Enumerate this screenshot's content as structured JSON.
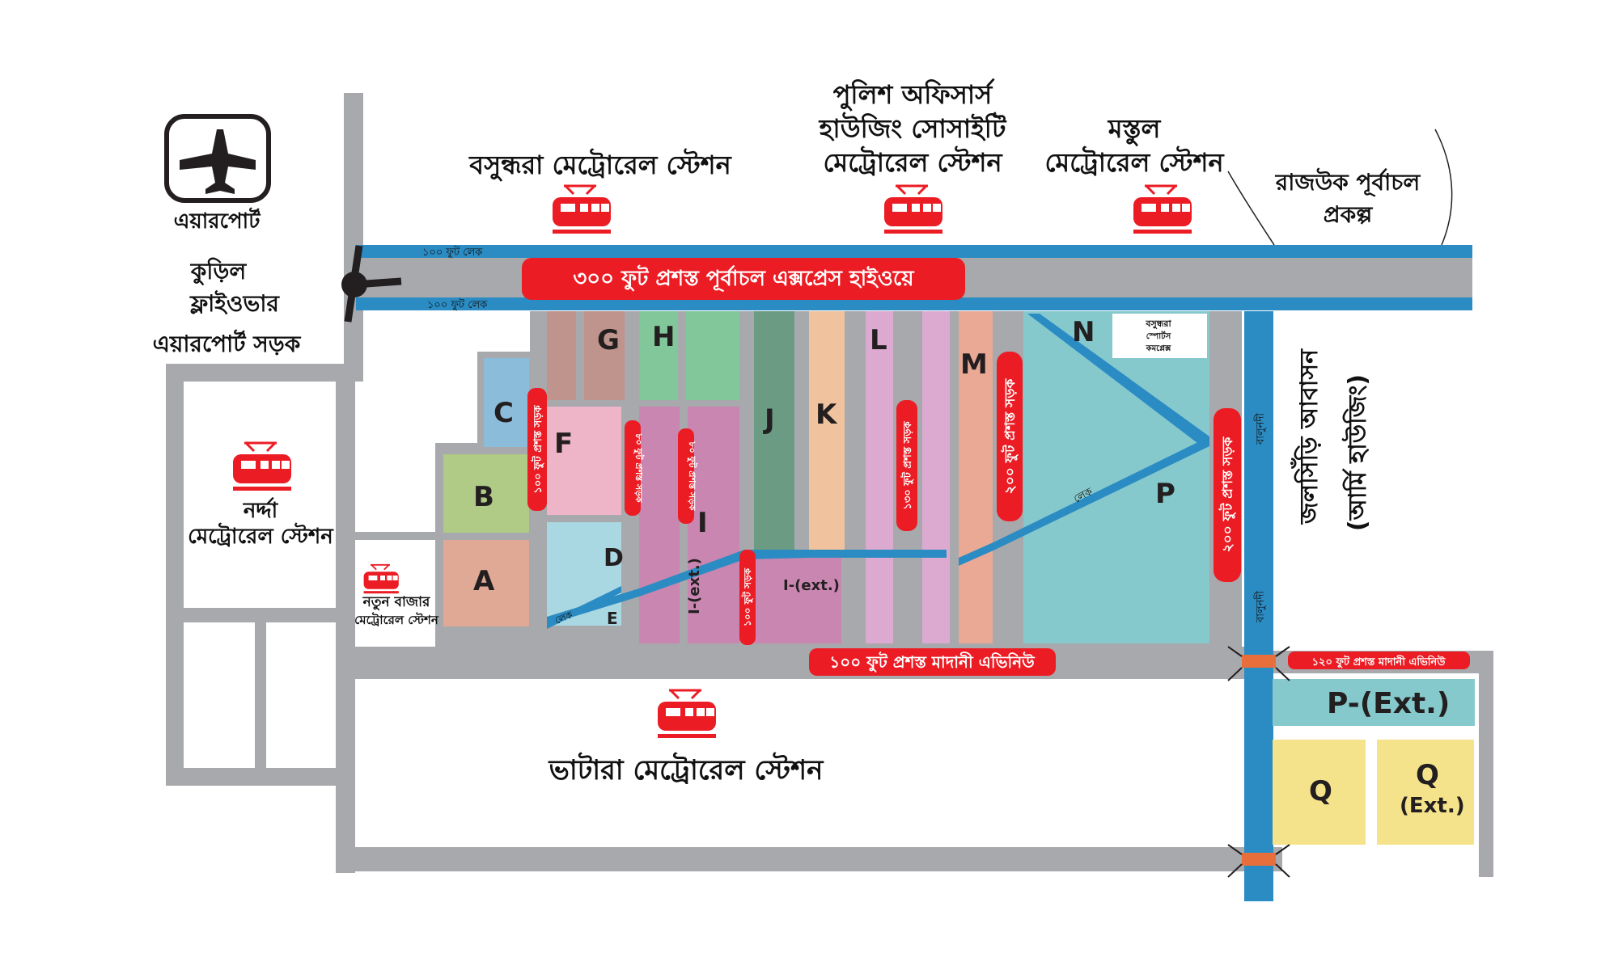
{
  "colors": {
    "road": "#a7a9ac",
    "lake": "#2b8cc4",
    "accent": "#ec1c24",
    "label": "#111111"
  },
  "landmarks": {
    "airport": "এয়ারপোর্ট",
    "kuril_line1": "কুড়িল",
    "kuril_line2": "ফ্লাইওভার",
    "airport_road": "এয়ারপোর্ট সড়ক",
    "rajuk_line1": "রাজউক পূর্বাচল",
    "rajuk_line2": "প্রকল্প",
    "jolshiri_line1": "জলসিঁড়ি আবাসন",
    "jolshiri_line2": "(আর্মি হাউজিং)",
    "sports_line1": "বসুন্ধরা",
    "sports_line2": "স্পোর্টস",
    "sports_line3": "কমপ্লেক্স"
  },
  "stations": {
    "bashundhara": "বসুন্ধরা মেট্রোরেল স্টেশন",
    "police_line1": "পুলিশ অফিসার্স",
    "police_line2": "হাউজিং সোসাইটি",
    "police_line3": "মেট্রোরেল স্টেশন",
    "mastul_line1": "মস্তুল",
    "mastul_line2": "মেট্রোরেল স্টেশন",
    "nodda_line1": "নর্দ্দা",
    "nodda_line2": "মেট্রোরেল স্টেশন",
    "notun_line1": "নতুন বাজার",
    "notun_line2": "মেট্রোরেল স্টেশন",
    "bhatara": "ভাটারা মেট্রোরেল স্টেশন"
  },
  "roads": {
    "expressway": "৩০০ ফুট প্রশস্ত পূর্বাচল এক্সপ্রেস হাইওয়ে",
    "lake_top": "১০০ ফুট লেক",
    "lake_bottom": "১০০ ফুট লেক",
    "madani_100": "১০০ ফুট প্রশস্ত মাদানী এভিনিউ",
    "madani_120": "১২০ ফুট প্রশস্ত মাদানী এভিনিউ",
    "road_100": "১০০ ফুট প্রশস্ত সড়ক",
    "road_80a": "৮০ ফুট প্রশস্ত সড়ক",
    "road_80b": "৮০ ফুট প্রশস্ত সড়ক",
    "road_100b": "১০০ ফুট সড়ক",
    "road_130": "১৩০ ফুট প্রশস্ত সড়ক",
    "road_200a": "২০০ ফুট প্রশস্ত সড়ক",
    "road_200b": "২০০ ফুট প্রশস্ত সড়ক",
    "lake_word_1": "লেক",
    "lake_word_2": "লেক",
    "baluchar_1": "বালুনদী",
    "baluchar_2": "বালুনদী"
  },
  "blocks": {
    "A": "A",
    "B": "B",
    "C": "C",
    "D": "D",
    "E": "E",
    "F": "F",
    "G": "G",
    "H": "H",
    "I": "I",
    "I_ext_v": "I-(ext.)",
    "I_ext_h": "I-(ext.)",
    "J": "J",
    "K": "K",
    "L": "L",
    "M": "M",
    "N": "N",
    "P": "P",
    "P_ext": "P-(Ext.)",
    "Q": "Q",
    "Q2": "Q",
    "Q_ext": "(Ext.)"
  }
}
